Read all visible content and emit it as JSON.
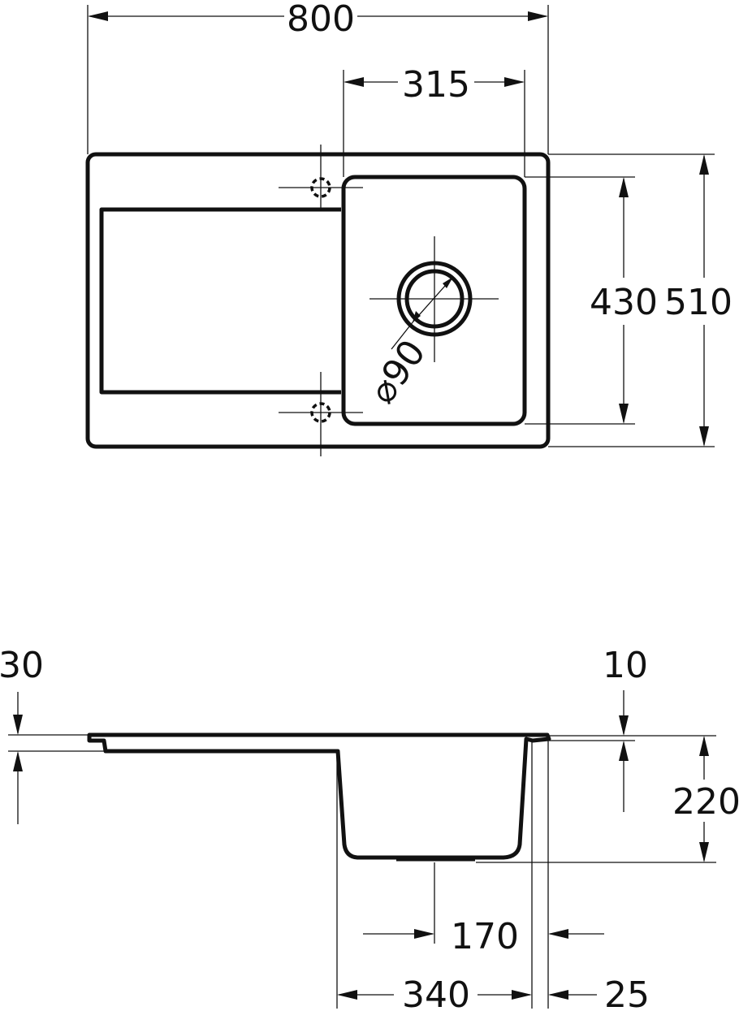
{
  "colors": {
    "line": "#111111",
    "background": "#ffffff"
  },
  "top_view": {
    "width_overall": "800",
    "bowl_width": "315",
    "bowl_depth": "430",
    "depth_overall": "510",
    "drain_diameter": "⌀90"
  },
  "side_view": {
    "rim_height": "30",
    "rim_offset": "10",
    "bowl_height": "220",
    "drain_offset": "170",
    "bowl_inner_width": "340",
    "edge_offset": "25"
  }
}
